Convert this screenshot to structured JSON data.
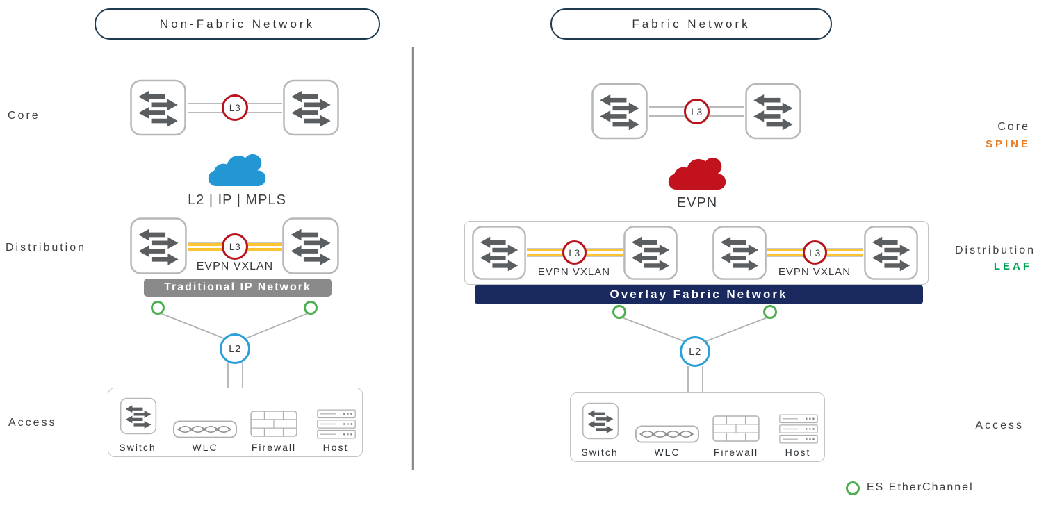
{
  "left": {
    "title": "Non-Fabric Network",
    "labels": {
      "core": "Core",
      "distribution": "Distribution",
      "access": "Access"
    },
    "core_link": "L3",
    "cloud_caption": "L2 | IP | MPLS",
    "dist_link": "L3",
    "dist_caption": "EVPN VXLAN",
    "bar": "Traditional IP Network",
    "l2": "L2",
    "access": [
      "Switch",
      "WLC",
      "Firewall",
      "Host"
    ]
  },
  "right": {
    "title": "Fabric Network",
    "labels": {
      "core": "Core",
      "core_sub": "SPINE",
      "distribution": "Distribution",
      "distribution_sub": "LEAF",
      "access": "Access"
    },
    "core_link": "L3",
    "cloud_caption": "EVPN",
    "pods": [
      {
        "link": "L3",
        "caption": "EVPN VXLAN"
      },
      {
        "link": "L3",
        "caption": "EVPN VXLAN"
      }
    ],
    "bar": "Overlay Fabric Network",
    "l2": "L2",
    "access": [
      "Switch",
      "WLC",
      "Firewall",
      "Host"
    ]
  },
  "legend": {
    "label": "ES EtherChannel"
  },
  "icons": [
    "switch-icon",
    "wlc-icon",
    "firewall-icon",
    "host-icon",
    "cloud-icon",
    "es-etherchannel-ring"
  ],
  "colors": {
    "l3_red": "#b8121b",
    "l2_blue": "#2a9fd8",
    "cloud_blue": "#2397d4",
    "cloud_red": "#c1121d",
    "link_gold": "#fdc330",
    "navy_bar": "#1b2a5e",
    "gray_bar": "#8a8a8a",
    "green_ring": "#4caf50",
    "spine_orange": "#e87a22",
    "leaf_green": "#00a551"
  }
}
